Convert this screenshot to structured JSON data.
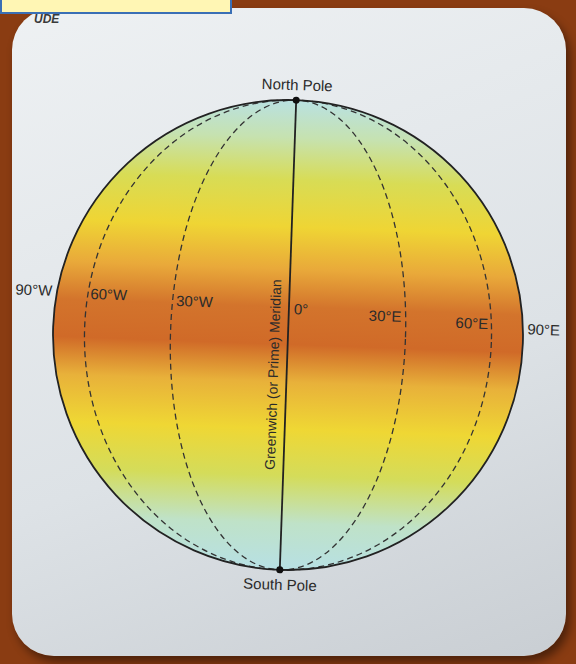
{
  "diagram": {
    "labels": [
      "UDE",
      "North Pole",
      "Greenwich (or Prime) Meridian",
      "90°W",
      "60°W",
      "30°W",
      "0°",
      "30°E",
      "60°E",
      "90°E",
      "South Pole"
    ]
  }
}
